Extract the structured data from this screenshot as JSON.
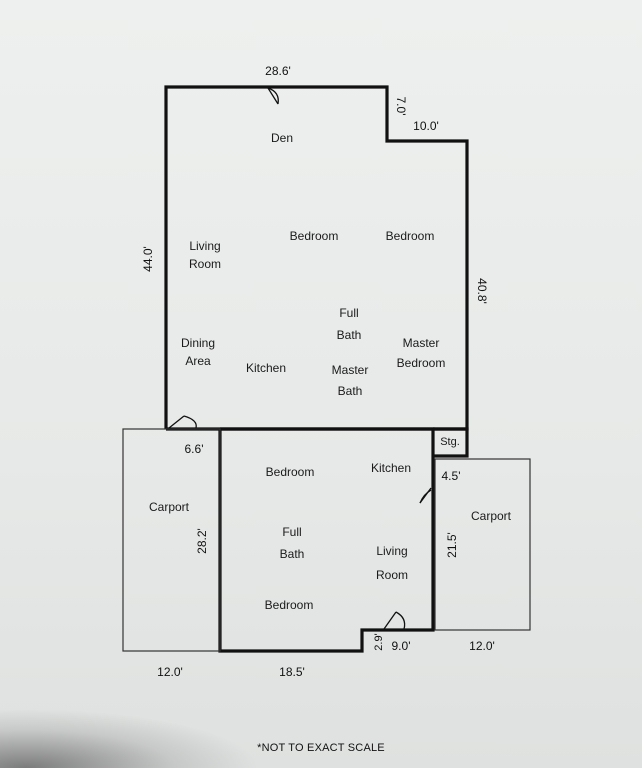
{
  "rooms": {
    "den": "Den",
    "living_room": [
      "Living",
      "Room"
    ],
    "bedroom_1": "Bedroom",
    "bedroom_2": "Bedroom",
    "full_bath_1": [
      "Full",
      "Bath"
    ],
    "dining_area": [
      "Dining",
      "Area"
    ],
    "kitchen_1": "Kitchen",
    "master_bath": [
      "Master",
      "Bath"
    ],
    "master_bedroom": [
      "Master",
      "Bedroom"
    ],
    "storage": "Stg.",
    "bedroom_3": "Bedroom",
    "kitchen_2": "Kitchen",
    "full_bath_2": [
      "Full",
      "Bath"
    ],
    "living_room_2": [
      "Living",
      "Room"
    ],
    "bedroom_4": "Bedroom",
    "carport_left": "Carport",
    "carport_right": "Carport"
  },
  "dimensions": {
    "top_width": "28.6'",
    "notch_depth": "7.0'",
    "notch_width": "10.0'",
    "left_height": "44.0'",
    "right_height": "40.8'",
    "lower_offset": "6.6'",
    "lower_left_height": "28.2'",
    "carport_left_width": "12.0'",
    "lower_width": "18.5'",
    "step_depth": "2.9'",
    "step_width": "9.0'",
    "storage_depth": "4.5'",
    "carport_right_height": "21.5'",
    "carport_right_width": "12.0'"
  },
  "note": "*NOT TO EXACT SCALE"
}
